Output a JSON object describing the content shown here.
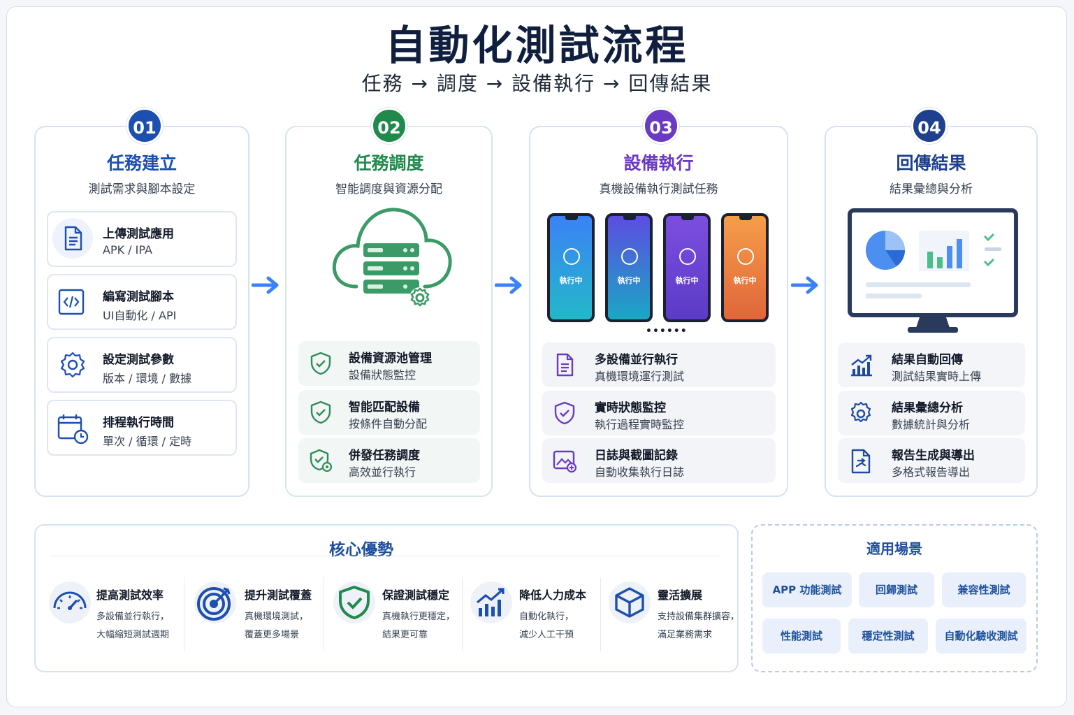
{
  "header": {
    "title": "自動化測試流程",
    "subtitle": "任務 → 調度 → 設備執行 → 回傳結果"
  },
  "colors": {
    "blue": "#1d4fb1",
    "green": "#1f8a4c",
    "purple": "#6a3bc2",
    "navy": "#1f3f8f",
    "accent_arrow": "#3b82f6"
  },
  "steps": [
    {
      "number": "01",
      "title": "任務建立",
      "subtitle": "測試需求與腳本設定",
      "items": [
        {
          "title": "上傳測試應用",
          "desc": "APK / IPA",
          "icon": "document-icon"
        },
        {
          "title": "編寫測試腳本",
          "desc": "UI自動化 / API",
          "icon": "code-icon"
        },
        {
          "title": "設定測試參數",
          "desc": "版本 / 環境 / 數據",
          "icon": "gear-icon"
        },
        {
          "title": "排程執行時間",
          "desc": "單次 / 循環 / 定時",
          "icon": "calendar-clock-icon"
        }
      ]
    },
    {
      "number": "02",
      "title": "任務調度",
      "subtitle": "智能調度與資源分配",
      "items": [
        {
          "title": "設備資源池管理",
          "desc": "設備狀態監控",
          "icon": "shield-check-icon"
        },
        {
          "title": "智能匹配設備",
          "desc": "按條件自動分配",
          "icon": "shield-check-icon"
        },
        {
          "title": "併發任務調度",
          "desc": "高效並行執行",
          "icon": "shield-gear-icon"
        }
      ]
    },
    {
      "number": "03",
      "title": "設備執行",
      "subtitle": "真機設備執行測試任務",
      "phones": [
        {
          "label": "執行中",
          "color_top": "#3b82f6",
          "color_bottom": "#22b8c8"
        },
        {
          "label": "執行中",
          "color_top": "#5b4de0",
          "color_bottom": "#1aa7c4"
        },
        {
          "label": "執行中",
          "color_top": "#7c4ee0",
          "color_bottom": "#5b3bc6"
        },
        {
          "label": "執行中",
          "color_top": "#f59e4a",
          "color_bottom": "#e0663a"
        }
      ],
      "more": "••••••",
      "items": [
        {
          "title": "多設備並行執行",
          "desc": "真機環境運行測試",
          "icon": "document-icon"
        },
        {
          "title": "實時狀態監控",
          "desc": "執行過程實時監控",
          "icon": "shield-check-icon"
        },
        {
          "title": "日誌與截圖記錄",
          "desc": "自動收集執行日誌",
          "icon": "image-log-icon"
        }
      ]
    },
    {
      "number": "04",
      "title": "回傳結果",
      "subtitle": "結果彙總與分析",
      "items": [
        {
          "title": "結果自動回傳",
          "desc": "測試結果實時上傳",
          "icon": "chart-up-icon"
        },
        {
          "title": "結果彙總分析",
          "desc": "數據統計與分析",
          "icon": "gear-icon"
        },
        {
          "title": "報告生成與導出",
          "desc": "多格式報告導出",
          "icon": "report-export-icon"
        }
      ]
    }
  ],
  "advantages": {
    "title": "核心優勢",
    "items": [
      {
        "title": "提高測試效率",
        "line1": "多設備並行執行，",
        "line2": "大幅縮短測試週期",
        "icon": "speedometer-icon"
      },
      {
        "title": "提升測試覆蓋",
        "line1": "真機環境測試，",
        "line2": "覆蓋更多場景",
        "icon": "target-icon"
      },
      {
        "title": "保證測試穩定",
        "line1": "真機執行更穩定，",
        "line2": "結果更可靠",
        "icon": "shield-check-icon"
      },
      {
        "title": "降低人力成本",
        "line1": "自動化執行，",
        "line2": "減少人工干預",
        "icon": "chart-up-icon"
      },
      {
        "title": "靈活擴展",
        "line1": "支持設備集群擴容，",
        "line2": "滿足業務需求",
        "icon": "cube-icon"
      }
    ]
  },
  "scenarios": {
    "title": "適用場景",
    "tags": [
      "APP 功能測試",
      "回歸測試",
      "兼容性測試",
      "性能測試",
      "穩定性測試",
      "自動化驗收測試"
    ]
  }
}
